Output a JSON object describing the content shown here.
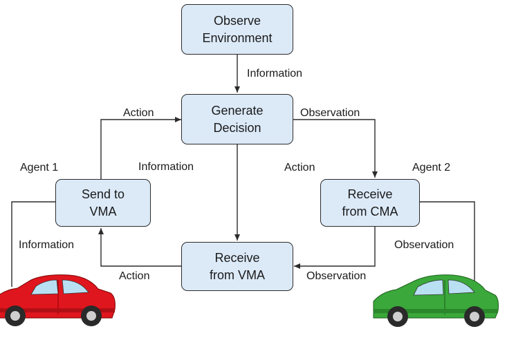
{
  "nodes": {
    "observe_environment": {
      "line1": "Observe",
      "line2": "Environment"
    },
    "generate_decision": {
      "line1": "Generate",
      "line2": "Decision"
    },
    "send_to_vma": {
      "line1": "Send to",
      "line2": "VMA"
    },
    "receive_from_cma": {
      "line1": "Receive",
      "line2": "from CMA"
    },
    "receive_from_vma": {
      "line1": "Receive",
      "line2": "from VMA"
    }
  },
  "edge_labels": {
    "information_top": "Information",
    "action_left": "Action",
    "observation_right": "Observation",
    "information_mid": "Information",
    "action_right": "Action",
    "information_left": "Information",
    "observation_far_right": "Observation",
    "action_bottom": "Action",
    "observation_bottom": "Observation"
  },
  "agents": {
    "agent1": "Agent 1",
    "agent2": "Agent 2"
  },
  "colors": {
    "node_fill": "#dceaf8",
    "car_agent1": "#e0161e",
    "car_agent2": "#3aa83a"
  }
}
